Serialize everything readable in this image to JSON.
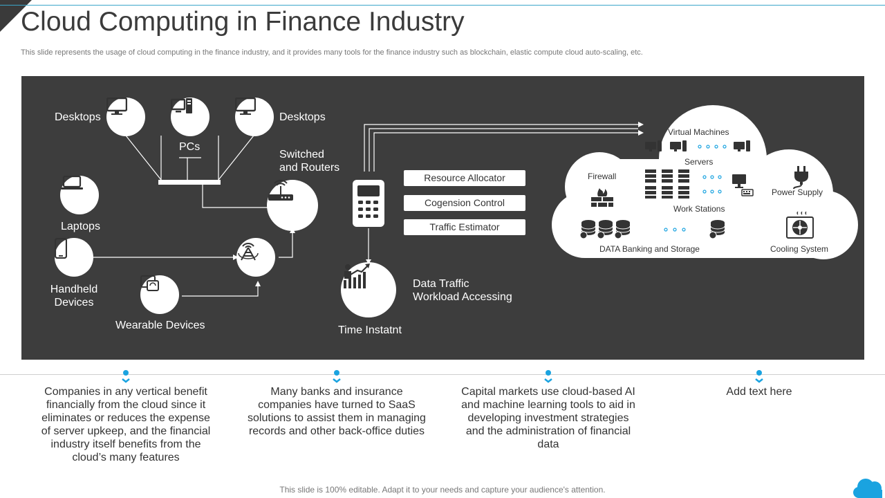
{
  "title": "Cloud Computing in Finance Industry",
  "subtitle": "This slide represents the usage of cloud computing in the finance industry, and it provides many tools for the finance industry such as blockchain, elastic compute cloud auto-scaling, etc.",
  "diagram": {
    "desktops_left": "Desktops",
    "pcs": "PCs",
    "desktops_right": "Desktops",
    "switched_routers": [
      "Switched",
      "and Routers"
    ],
    "laptops": "Laptops",
    "handheld": [
      "Handheld",
      "Devices"
    ],
    "wearable": "Wearable Devices",
    "time_instant": "Time Instatnt",
    "data_traffic": [
      "Data Traffic",
      "Workload Accessing"
    ],
    "controls": [
      "Resource Allocator",
      "Cogension Control",
      "Traffic Estimator"
    ],
    "cloud": {
      "virtual_machines": "Virtual Machines",
      "servers": "Servers",
      "firewall": "Firewall",
      "power_supply": "Power Supply",
      "work_stations": "Work Stations",
      "data_banking": "DATA Banking and Storage",
      "cooling": "Cooling System"
    }
  },
  "columns": [
    "Companies in any vertical benefit financially from the cloud since it eliminates or reduces the expense of server upkeep, and the financial industry itself benefits from the cloud’s many features",
    "Many banks and insurance companies have turned to SaaS solutions to assist them in managing records and other back-office duties",
    "Capital markets use cloud-based AI and machine learning tools to aid in developing investment strategies and the administration of financial data",
    "Add text here"
  ],
  "footer": "This slide is 100% editable. Adapt it to your needs and capture your audience's attention.",
  "colors": {
    "panel": "#3d3d3d",
    "accent": "#1aa3e0",
    "title": "#3b3b3b"
  }
}
